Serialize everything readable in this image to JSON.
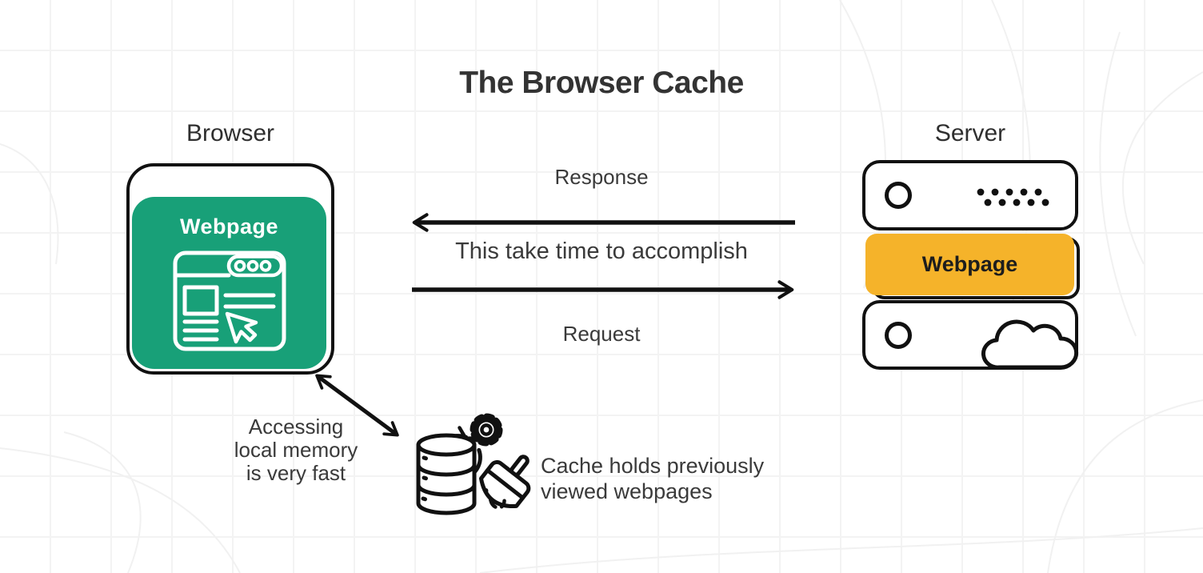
{
  "title": "The Browser Cache",
  "browser": {
    "label": "Browser",
    "webpage_label": "Webpage"
  },
  "server": {
    "label": "Server",
    "webpage_label": "Webpage"
  },
  "flow": {
    "response_label": "Response",
    "middle_note": "This take time to accomplish",
    "request_label": "Request"
  },
  "cache": {
    "left_note": [
      "Accessing",
      "local memory",
      "is very fast"
    ],
    "right_note": [
      "Cache holds previously",
      "viewed webpages"
    ]
  },
  "icons": {
    "browser_window": "webpage-window-icon",
    "server_cloud": "cloud-icon",
    "cache_database": "database-icon",
    "cache_gear": "gear-refresh-icon",
    "cache_broom": "broom-icon"
  },
  "colors": {
    "green": "#18A078",
    "yellow": "#F5B32A",
    "ink": "#111111",
    "text": "#3A3A3A",
    "grid": "#F3F3F3"
  }
}
